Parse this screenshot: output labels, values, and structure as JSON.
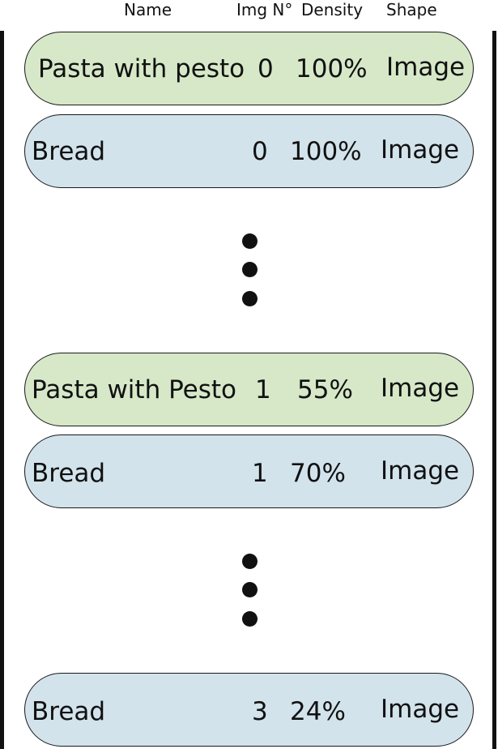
{
  "header": {
    "name": "Name",
    "img_no": "Img N°",
    "density": "Density",
    "shape": "Shape"
  },
  "rows": [
    {
      "name": "Pasta with pesto",
      "img": "0",
      "density": "100%",
      "shape": "Image",
      "color": "#d6e8c8"
    },
    {
      "name": "Bread",
      "img": "0",
      "density": "100%",
      "shape": "Image",
      "color": "#d2e3ec"
    },
    {
      "name": "Pasta with Pesto",
      "img": "1",
      "density": "55%",
      "shape": "Image",
      "color": "#d6e8c8"
    },
    {
      "name": "Bread",
      "img": "1",
      "density": "70%",
      "shape": "Image",
      "color": "#d2e3ec"
    },
    {
      "name": "Bread",
      "img": "3",
      "density": "24%",
      "shape": "Image",
      "color": "#d2e3ec"
    }
  ]
}
